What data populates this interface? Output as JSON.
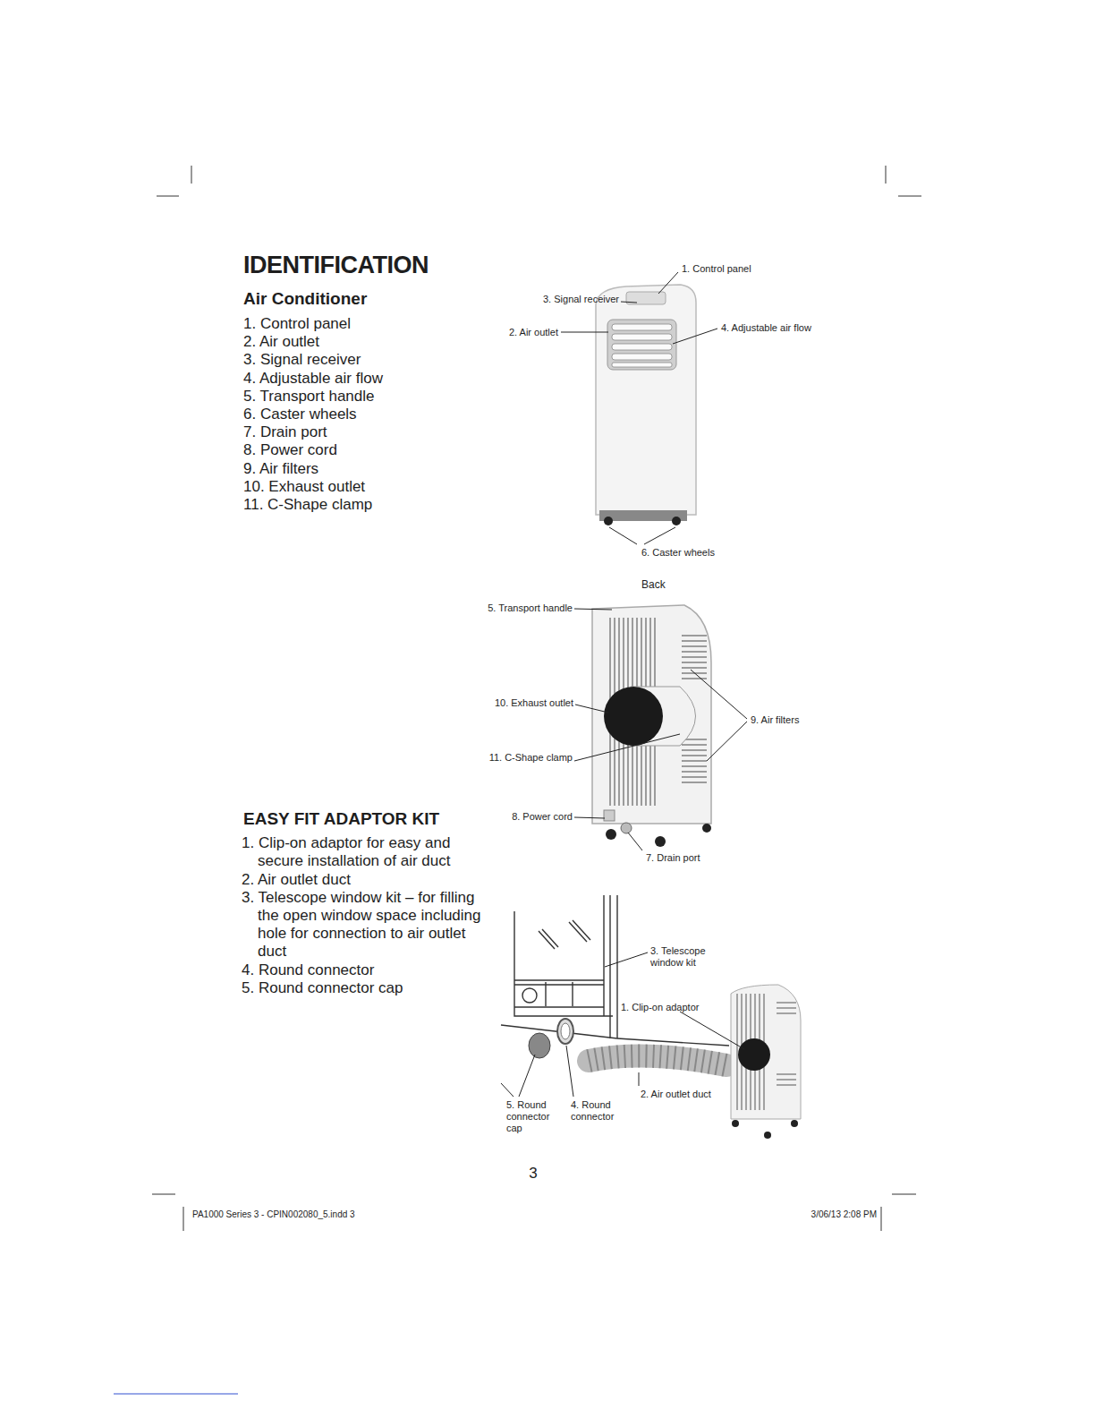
{
  "diagram": {
    "title": "IDENTIFICATION",
    "labels": [
      "Air Conditioner",
      "1. Control panel",
      "2. Air outlet",
      "3. Signal receiver",
      "4. Adjustable air flow",
      "5. Transport handle",
      "6. Caster wheels",
      "7. Drain port",
      "8. Power cord",
      "9. Air filters",
      "10. Exhaust outlet",
      "11. C-Shape clamp",
      "1. Control panel",
      "3. Signal receiver",
      "2. Air outlet",
      "4. Adjustable air flow",
      "6. Caster wheels",
      "Back",
      "5. Transport handle",
      "10. Exhaust outlet",
      "9. Air filters",
      "11. C-Shape clamp",
      "8. Power cord",
      "7. Drain port",
      "EASY FIT ADAPTOR KIT",
      "1. Clip-on adaptor for easy and secure installation of air duct",
      "2. Air outlet duct",
      "3. Telescope window kit – for filling the open window space including hole for connection to air outlet duct",
      "4. Round connector",
      "5. Round connector cap",
      "3. Telescope window kit",
      "1. Clip-on adaptor",
      "2. Air outlet duct",
      "5. Round connector cap",
      "4. Round connector",
      "3",
      "PA1000 Series 3 - CPIN002080_5.indd 3",
      "3/06/13 2:08 PM"
    ]
  }
}
